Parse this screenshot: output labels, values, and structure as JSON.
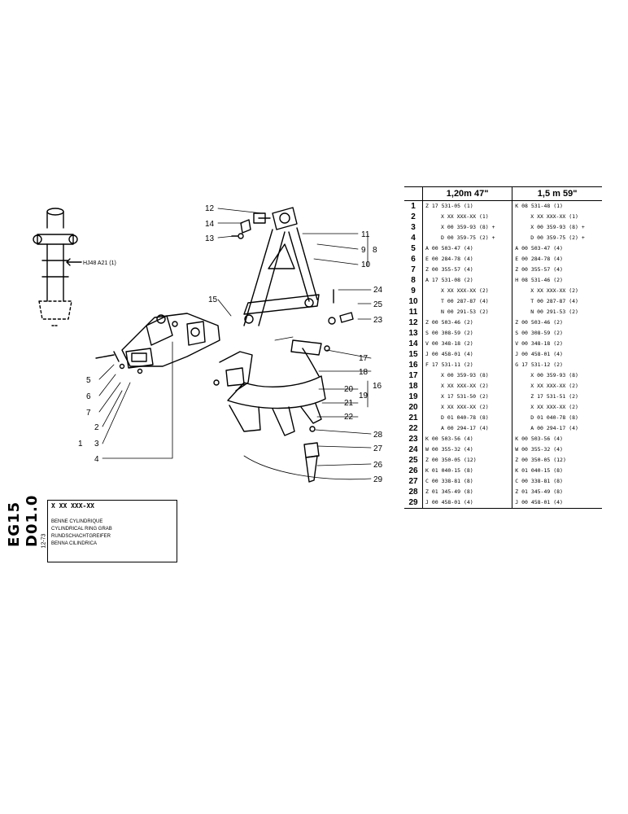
{
  "document": {
    "sheet_id": [
      "EG15",
      "D01.0"
    ],
    "title_block": {
      "code": "X XX XXX-XX",
      "lines": [
        "BENNE CYLINDRIQUE",
        "CYLINDRICAL RING GRAB",
        "RUNDSCHACHTGREIFER",
        "BENNA CILINDRICA"
      ],
      "date": "12-73"
    },
    "drawing_note": "HJ48 A21 (1)",
    "callouts": [
      "1",
      "2",
      "3",
      "4",
      "5",
      "6",
      "7",
      "8",
      "9",
      "10",
      "11",
      "12",
      "13",
      "14",
      "15",
      "16",
      "17",
      "18",
      "19",
      "20",
      "21",
      "22",
      "23",
      "24",
      "25",
      "26",
      "27",
      "28",
      "29"
    ]
  },
  "parts_table": {
    "headers": [
      "",
      "1,20m  47\"",
      "1,5  m  59\""
    ],
    "rows": [
      {
        "n": "1",
        "a": "Z 17 531-05 (1)",
        "b": "K 08 531-48 (1)",
        "indent": false
      },
      {
        "n": "2",
        "a": "X XX XXX-XX (1)",
        "b": "X XX XXX-XX (1)",
        "indent": true
      },
      {
        "n": "3",
        "a": "X 00 359-93 (8) +",
        "b": "X 00 359-93 (8) +",
        "indent": true
      },
      {
        "n": "4",
        "a": "D 00 359-75 (2) +",
        "b": "D 00 359-75 (2) +",
        "indent": true
      },
      {
        "n": "5",
        "a": "A 00 503-47 (4)",
        "b": "A 00 503-47 (4)",
        "indent": false
      },
      {
        "n": "6",
        "a": "E 00 284-78 (4)",
        "b": "E 00 284-78 (4)",
        "indent": false
      },
      {
        "n": "7",
        "a": "Z 00 355-57 (4)",
        "b": "Z 00 355-57 (4)",
        "indent": false
      },
      {
        "n": "8",
        "a": "A 17 531-08 (2)",
        "b": "H 08 531-46 (2)",
        "indent": false
      },
      {
        "n": "9",
        "a": "X XX XXX-XX (2)",
        "b": "X XX XXX-XX (2)",
        "indent": true
      },
      {
        "n": "10",
        "a": "T 00 287-87 (4)",
        "b": "T 00 287-87 (4)",
        "indent": true
      },
      {
        "n": "11",
        "a": "N 00 291-53 (2)",
        "b": "N 00 291-53 (2)",
        "indent": true
      },
      {
        "n": "12",
        "a": "Z 00 503-46 (2)",
        "b": "Z 00 503-46 (2)",
        "indent": false
      },
      {
        "n": "13",
        "a": "S 00 308-59 (2)",
        "b": "S 00 308-59 (2)",
        "indent": false
      },
      {
        "n": "14",
        "a": "V 00 348-18 (2)",
        "b": "V 00 348-18 (2)",
        "indent": false
      },
      {
        "n": "15",
        "a": "J 00 458-01 (4)",
        "b": "J 00 458-01 (4)",
        "indent": false
      },
      {
        "n": "16",
        "a": "F 17 531-11 (2)",
        "b": "G 17 531-12 (2)",
        "indent": false
      },
      {
        "n": "17",
        "a": "X 00 359-93 (8)",
        "b": "X 00 359-93 (8)",
        "indent": true
      },
      {
        "n": "18",
        "a": "X XX XXX-XX (2)",
        "b": "X XX XXX-XX (2)",
        "indent": true
      },
      {
        "n": "19",
        "a": "X 17 531-50 (2)",
        "b": "Z 17 531-51 (2)",
        "indent": true
      },
      {
        "n": "20",
        "a": "X XX XXX-XX (2)",
        "b": "X XX XXX-XX (2)",
        "indent": true
      },
      {
        "n": "21",
        "a": "D 01 040-78 (8)",
        "b": "D 01 040-78 (8)",
        "indent": true
      },
      {
        "n": "22",
        "a": "A 00 294-17 (4)",
        "b": "A 00 294-17 (4)",
        "indent": true
      },
      {
        "n": "23",
        "a": "K 00 503-56 (4)",
        "b": "K 00 503-56 (4)",
        "indent": false
      },
      {
        "n": "24",
        "a": "W 00 355-32 (4)",
        "b": "W 00 355-32 (4)",
        "indent": false
      },
      {
        "n": "25",
        "a": "Z 00 350-05 (12)",
        "b": "Z 00 350-05 (12)",
        "indent": false
      },
      {
        "n": "26",
        "a": "K 01 040-15 (8)",
        "b": "K 01 040-15 (8)",
        "indent": false
      },
      {
        "n": "27",
        "a": "C 00 338-81 (8)",
        "b": "C 00 338-81 (8)",
        "indent": false
      },
      {
        "n": "28",
        "a": "Z 01 345-49 (8)",
        "b": "Z 01 345-49 (8)",
        "indent": false
      },
      {
        "n": "29",
        "a": "J 00 458-01 (4)",
        "b": "J 00 458-01 (4)",
        "indent": false
      }
    ]
  }
}
